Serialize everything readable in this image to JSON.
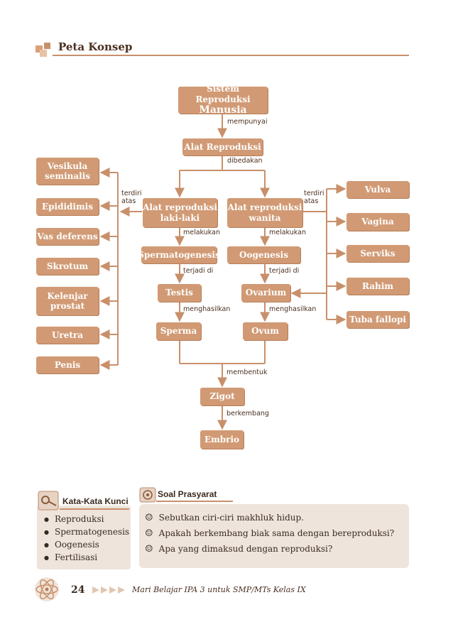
{
  "header": {
    "title": "Peta Konsep"
  },
  "diagram": {
    "root": {
      "line1": "Sistem Reproduksi",
      "line2": "Manusia"
    },
    "alat": "Alat Reproduksi",
    "male": {
      "line1": "Alat reproduksi",
      "line2": "laki-laki"
    },
    "female": {
      "line1": "Alat reproduksi",
      "line2": "wanita"
    },
    "spermatogenesis": "Spermatogenesis",
    "oogenesis": "Oogenesis",
    "testis": "Testis",
    "ovarium": "Ovarium",
    "sperma": "Sperma",
    "ovum": "Ovum",
    "zigot": "Zigot",
    "embrio": "Embrio",
    "male_parts": [
      {
        "line1": "Vesikula",
        "line2": "seminalis"
      },
      {
        "line1": "Epididimis",
        "line2": ""
      },
      {
        "line1": "Vas deferens",
        "line2": ""
      },
      {
        "line1": "Skrotum",
        "line2": ""
      },
      {
        "line1": "Kelenjar",
        "line2": "prostat"
      },
      {
        "line1": "Uretra",
        "line2": ""
      },
      {
        "line1": "Penis",
        "line2": ""
      }
    ],
    "female_parts": [
      "Vulva",
      "Vagina",
      "Serviks",
      "Rahim",
      "Tuba fallopi"
    ],
    "labels": {
      "mempunyai": "mempunyai",
      "dibedakan": "dibedakan",
      "terdiri_left_1": "terdiri",
      "terdiri_left_2": "atas",
      "terdiri_right_1": "terdiri",
      "terdiri_right_2": "atas",
      "melakukan_left": "melakukan",
      "melakukan_right": "melakukan",
      "terjadi_left": "terjadi di",
      "terjadi_right": "terjadi di",
      "menghasilkan_left": "menghasilkan",
      "menghasilkan_right": "menghasilkan",
      "membentuk": "membentuk",
      "berkembang": "berkembang"
    }
  },
  "kata_kunci": {
    "title": "Kata-Kata Kunci",
    "items": [
      "Reproduksi",
      "Spermatogenesis",
      "Oogenesis",
      "Fertilisasi"
    ]
  },
  "soal_prasyarat": {
    "title": "Soal Prasyarat",
    "items": [
      "Sebutkan ciri-ciri makhluk hidup.",
      "Apakah berkembang biak sama dengan bereproduksi?",
      "Apa yang dimaksud dengan reproduksi?"
    ]
  },
  "footer": {
    "page_number": "24",
    "book_title": "Mari Belajar IPA 3 untuk SMP/MTs Kelas IX"
  },
  "colors": {
    "box": "#d19a74",
    "line": "#c8906a",
    "panel": "#eee4dc"
  }
}
